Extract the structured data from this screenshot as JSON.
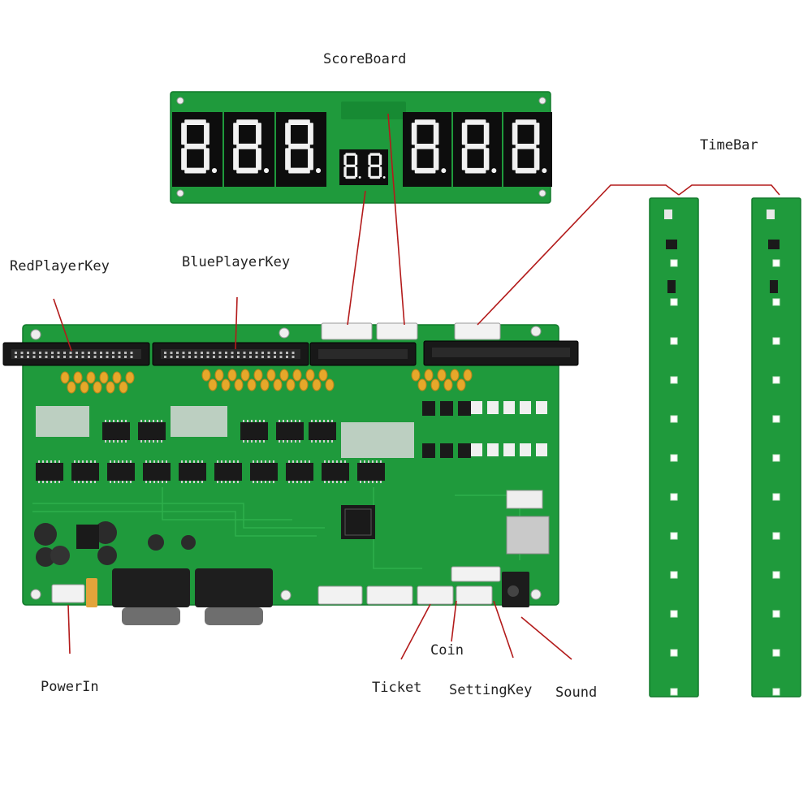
{
  "labels": {
    "scoreboard": "ScoreBoard",
    "timebar": "TimeBar",
    "red_player_key": "RedPlayerKey",
    "blue_player_key": "BluePlayerKey",
    "power_in": "PowerIn",
    "ticket": "Ticket",
    "coin": "Coin",
    "setting_key": "SettingKey",
    "sound": "Sound"
  },
  "scoreboard_display": {
    "left_digits": [
      "8",
      "8",
      "8"
    ],
    "middle_digits": [
      "8",
      "8"
    ],
    "right_digits": [
      "8",
      "8",
      "8"
    ]
  },
  "colors": {
    "pcb_green": "#1f9a3c",
    "leader_red": "#b31b1b",
    "digit_black": "#0d0d0d",
    "capacitor_yellow": "#e6a82a"
  }
}
